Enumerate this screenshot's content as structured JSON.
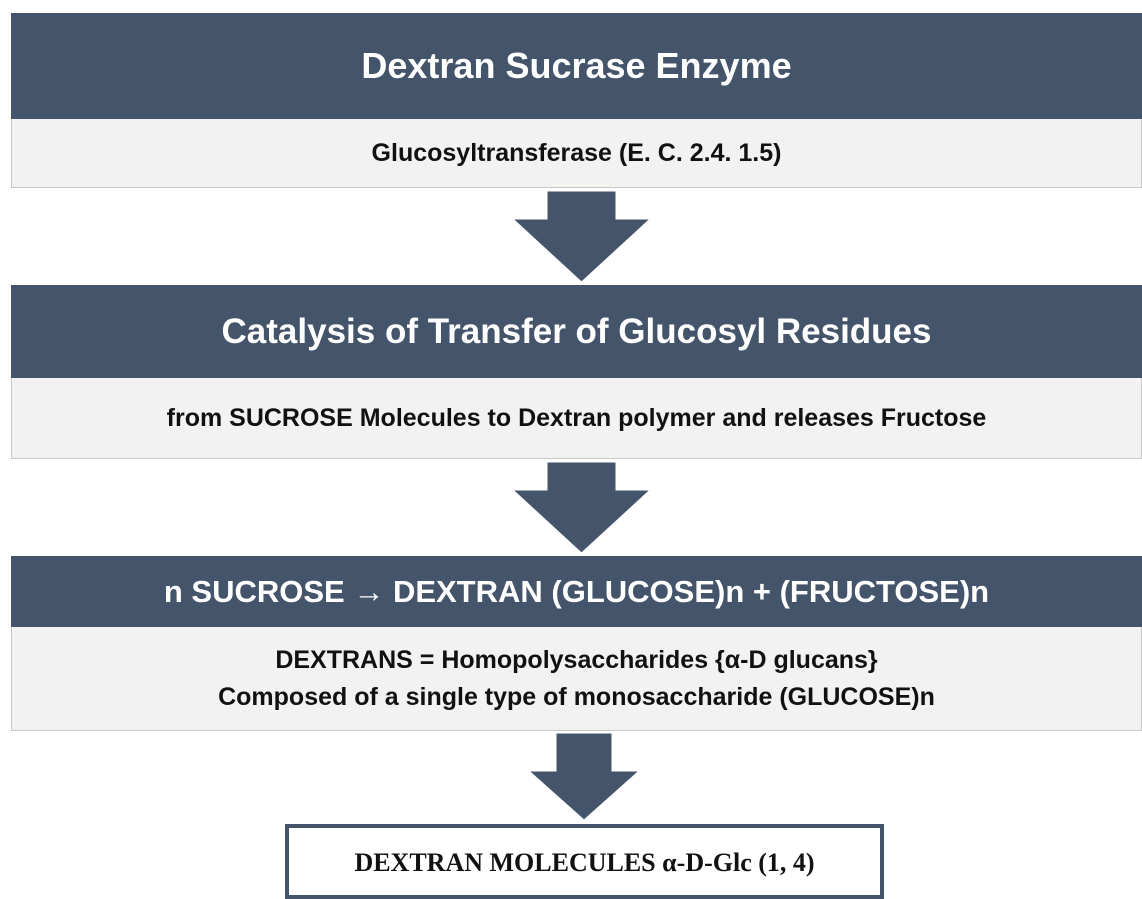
{
  "colors": {
    "header": "#44546a",
    "subbox": "#f2f2f2",
    "text_dark": "#111111",
    "text_light": "#ffffff"
  },
  "step1": {
    "title": "Dextran Sucrase Enzyme",
    "detail": "Glucosyltransferase (E. C. 2.4. 1.5)"
  },
  "step2": {
    "title": "Catalysis of Transfer of Glucosyl Residues",
    "detail": "from SUCROSE Molecules to Dextran polymer and releases Fructose"
  },
  "step3": {
    "title": "n SUCROSE → DEXTRAN (GLUCOSE)n + (FRUCTOSE)n",
    "detail_lines": [
      "DEXTRANS = Homopolysaccharides {α-D glucans}",
      "Composed of a single type of monosaccharide (GLUCOSE)n"
    ]
  },
  "result": {
    "title": "DEXTRAN MOLECULES α-D-Glc (1, 4)"
  },
  "arrows": [
    "down-arrow",
    "down-arrow",
    "down-arrow"
  ]
}
